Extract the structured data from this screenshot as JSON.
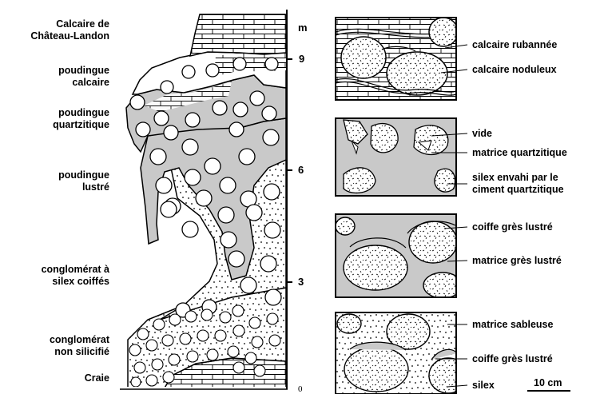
{
  "colors": {
    "ink": "#000000",
    "quartzitic_matrix": "#c9c9c9",
    "paper": "#ffffff"
  },
  "column": {
    "unit_labels": [
      {
        "id": "calcaire-chateau-landon",
        "lines": [
          "Calcaire de",
          "Château-Landon"
        ]
      },
      {
        "id": "poudingue-calcaire",
        "lines": [
          "poudingue",
          "calcaire"
        ]
      },
      {
        "id": "poudingue-quartzitique",
        "lines": [
          "poudingue",
          "quartzitique"
        ]
      },
      {
        "id": "poudingue-lustre",
        "lines": [
          "poudingue",
          "lustré"
        ]
      },
      {
        "id": "conglomerat-silex-coiffes",
        "lines": [
          "conglomérat à",
          "silex coiffés"
        ]
      },
      {
        "id": "conglomerat-non-silicifie",
        "lines": [
          "conglomérat",
          "non silicifié"
        ]
      },
      {
        "id": "craie",
        "lines": [
          "Craie"
        ]
      }
    ],
    "scale": {
      "unit": "m",
      "ticks": [
        "9",
        "6",
        "3",
        "0"
      ]
    }
  },
  "details": {
    "panels": [
      {
        "id": "panel-calcaire",
        "labels": [
          "calcaire rubannée",
          "calcaire noduleux"
        ]
      },
      {
        "id": "panel-quartzitique",
        "labels": [
          "vide",
          "matrice quartzitique",
          "silex envahi par le",
          "ciment quartzitique"
        ]
      },
      {
        "id": "panel-lustre",
        "labels": [
          "coiffe grès lustré",
          "matrice grès lustré"
        ]
      },
      {
        "id": "panel-sableuse",
        "labels": [
          "matrice sableuse",
          "coiffe grès lustré",
          "silex"
        ]
      }
    ],
    "scale_bar": "10 cm"
  }
}
